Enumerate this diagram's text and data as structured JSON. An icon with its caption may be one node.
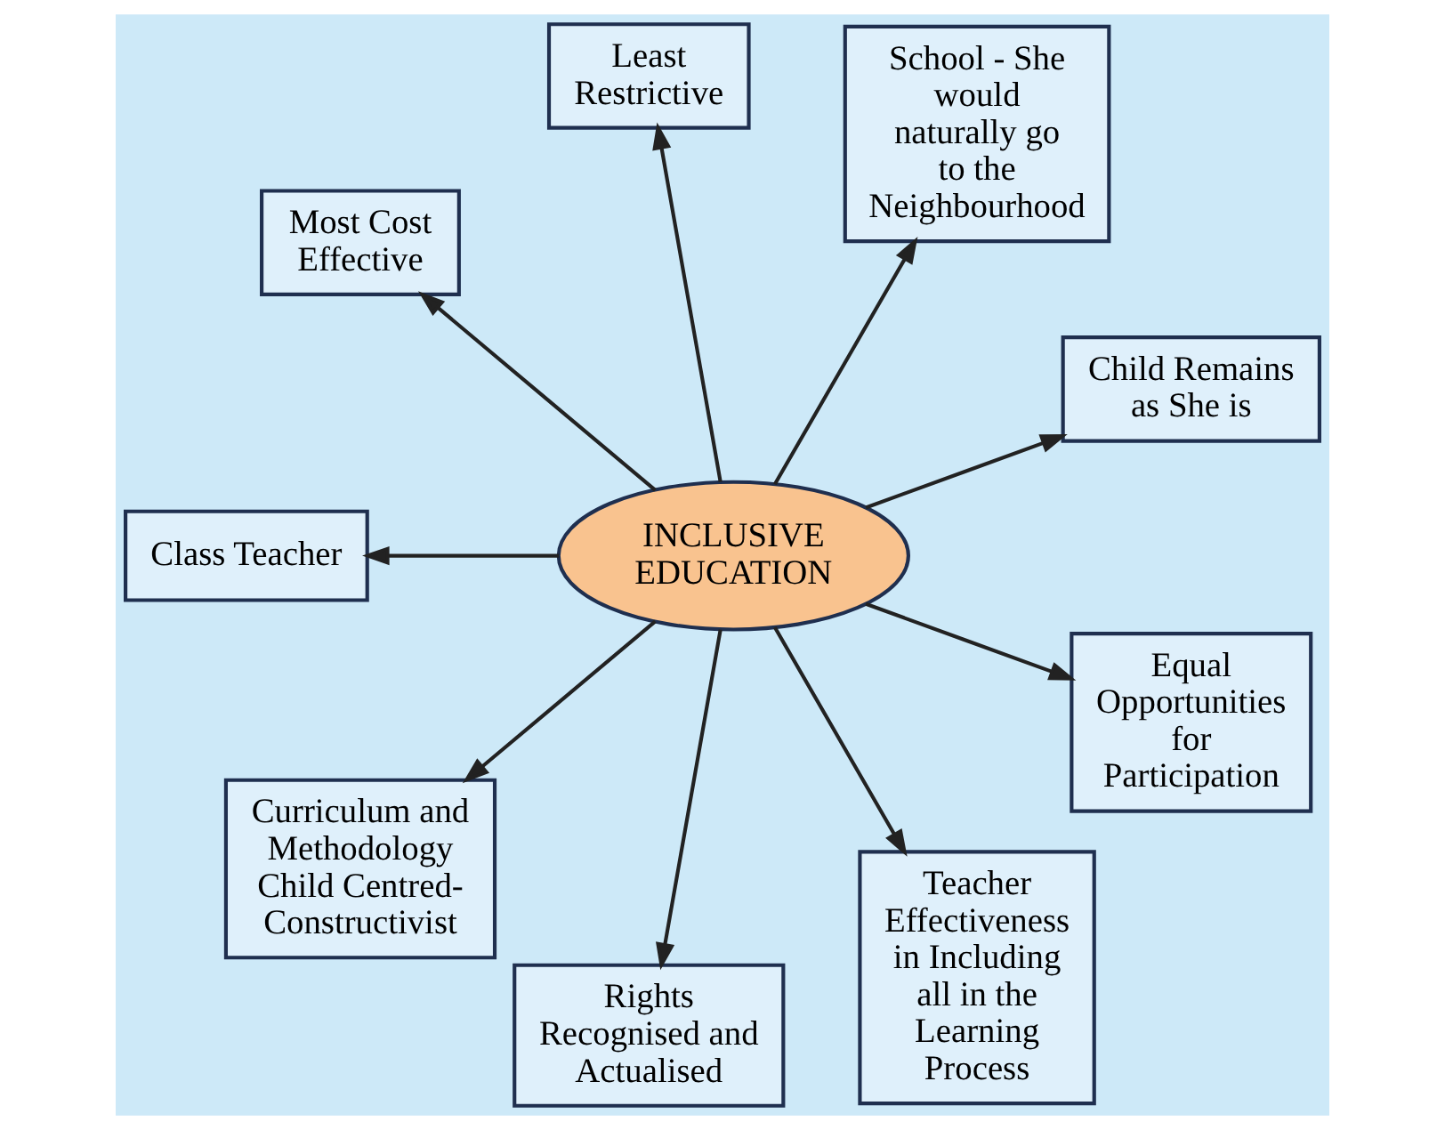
{
  "diagram": {
    "nodes": [
      {
        "text": [
          "INCLUSIVE EDUCATION"
        ]
      },
      {
        "text": [
          "Child Remains as She is"
        ]
      },
      {
        "text": [
          "School - She would naturally go to the Neighbourhood"
        ]
      },
      {
        "text": [
          "Least Restrictive"
        ]
      },
      {
        "text": [
          "Most Cost Effective"
        ]
      },
      {
        "text": [
          "Class Teacher"
        ]
      },
      {
        "text": [
          "Curriculum and Methodology Child Centred-Constructivist"
        ]
      },
      {
        "text": [
          "Rights Recognised and Actualised"
        ]
      },
      {
        "text": [
          "Teacher Effectiveness in Including all in the Learning Process"
        ]
      },
      {
        "text": [
          "Equal Opportunities for Participation"
        ]
      }
    ],
    "edges": [
      {
        "from": 0,
        "to": 1,
        "arrow": "to"
      },
      {
        "from": 0,
        "to": 3,
        "arrow": "to"
      },
      {
        "from": 0,
        "to": 5,
        "arrow": "to"
      },
      {
        "from": 0,
        "to": 6,
        "arrow": "to"
      },
      {
        "from": 0,
        "to": 9,
        "arrow": "to"
      },
      {
        "from": 0,
        "to": 8,
        "arrow": "to"
      },
      {
        "from": 0,
        "to": 7,
        "arrow": "to"
      },
      {
        "from": 0,
        "to": 4,
        "arrow": "to"
      },
      {
        "from": 0,
        "to": 2,
        "arrow": "to"
      }
    ]
  }
}
